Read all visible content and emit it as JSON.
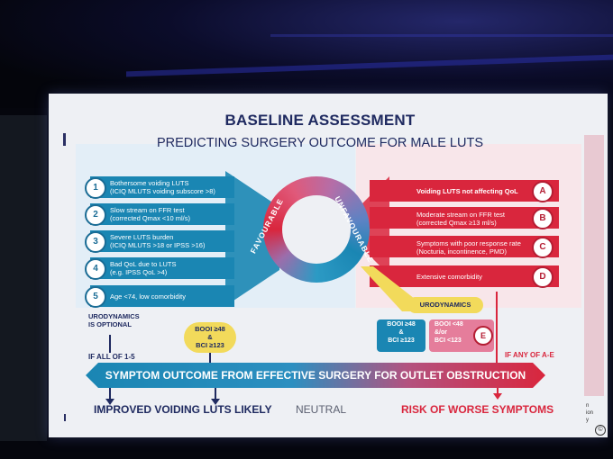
{
  "title": "BASELINE ASSESSMENT",
  "subtitle": "PREDICTING SURGERY OUTCOME FOR MALE LUTS",
  "ring": {
    "left_label": "FAVOURABLE",
    "right_label": "UNFAVOURABLE"
  },
  "favourable": [
    {
      "num": "1",
      "line1": "Bothersome voiding LUTS",
      "line2": "(ICIQ MLUTS voiding subscore >8)"
    },
    {
      "num": "2",
      "line1": "Slow stream on FFR test",
      "line2": "(corrected Qmax <10 ml/s)"
    },
    {
      "num": "3",
      "line1": "Severe LUTS burden",
      "line2": "(ICIQ MLUTS >18 or IPSS >16)"
    },
    {
      "num": "4",
      "line1": "Bad QoL due to LUTS",
      "line2": "(e.g. IPSS QoL >4)"
    },
    {
      "num": "5",
      "line1": "Age <74, low comorbidity",
      "line2": ""
    }
  ],
  "unfavourable": [
    {
      "letter": "A",
      "line1": "Voiding LUTS not affecting QoL",
      "line2": ""
    },
    {
      "letter": "B",
      "line1": "Moderate stream on FFR test",
      "line2": "(corrected Qmax ≥13 ml/s)"
    },
    {
      "letter": "C",
      "line1": "Symptoms with poor response rate",
      "line2": "(Nocturia, incontinence, PMD)"
    },
    {
      "letter": "D",
      "line1": "Extensive comorbidity",
      "line2": ""
    }
  ],
  "urodynamics_optional": [
    "URODYNAMICS",
    "IS OPTIONAL"
  ],
  "booi_fav": [
    "BOOI ≥48",
    "&",
    "BCI ≥123"
  ],
  "urodynamics": "URODYNAMICS",
  "booi_blue": [
    "BOOI ≥48",
    "&",
    "BCI ≥123"
  ],
  "booi_pink": [
    "BOOI <48",
    "&/or",
    "BCI <123"
  ],
  "e_letter": "E",
  "if_all": "IF ALL OF 1-5",
  "if_any": "IF ANY OF A-E",
  "banner": "SYMPTOM OUTCOME FROM EFFECTIVE SURGERY FOR OUTLET OBSTRUCTION",
  "outcomes": {
    "improved": "IMPROVED VOIDING LUTS LIKELY",
    "neutral": "NEUTRAL",
    "worse": "RISK OF WORSE SYMPTOMS"
  },
  "side_fragments": [
    "n",
    "ion",
    "y"
  ],
  "copyright": "©",
  "colors": {
    "fav": "#1a86b3",
    "unf": "#d9263d",
    "navy": "#1f2a60",
    "yellow": "#f2da5b"
  }
}
